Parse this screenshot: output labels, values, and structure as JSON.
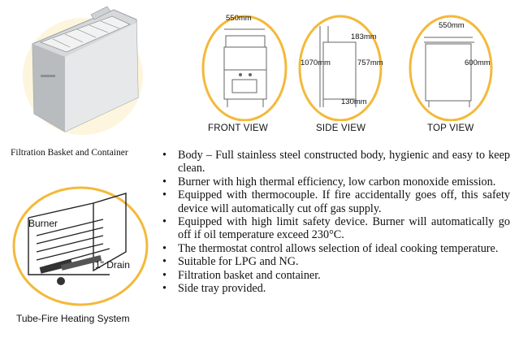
{
  "left": {
    "top_caption": "Filtration Basket and Container",
    "bottom_caption": "Tube-Fire Heating System",
    "burner_label": "Burner",
    "drain_label": "1\" Drain"
  },
  "views": {
    "front": {
      "label": "FRONT VIEW",
      "width": "550mm"
    },
    "side": {
      "label": "SIDE VIEW",
      "dim_top": "183mm",
      "dim_height": "1070mm",
      "dim_mid": "757mm",
      "dim_bottom": "130mm"
    },
    "top": {
      "label": "TOP VIEW",
      "width": "550mm",
      "depth": "600mm"
    }
  },
  "features": [
    "Body – Full stainless steel constructed body, hygienic and easy to keep clean.",
    "Burner with high thermal efficiency, low carbon monoxide emission.",
    "Equipped with thermocouple.  If fire accidentally goes off, this safety device will automatically cut off gas supply.",
    "Equipped with high limit safety device.  Burner will automatically go off if oil temperature exceed 230°C.",
    "The thermostat control allows selection of ideal cooking temperature.",
    "Suitable for LPG and NG.",
    "Filtration basket and container.",
    "Side tray provided."
  ],
  "colors": {
    "ellipse": "#f4b93a",
    "steel": "#c9ccce"
  }
}
